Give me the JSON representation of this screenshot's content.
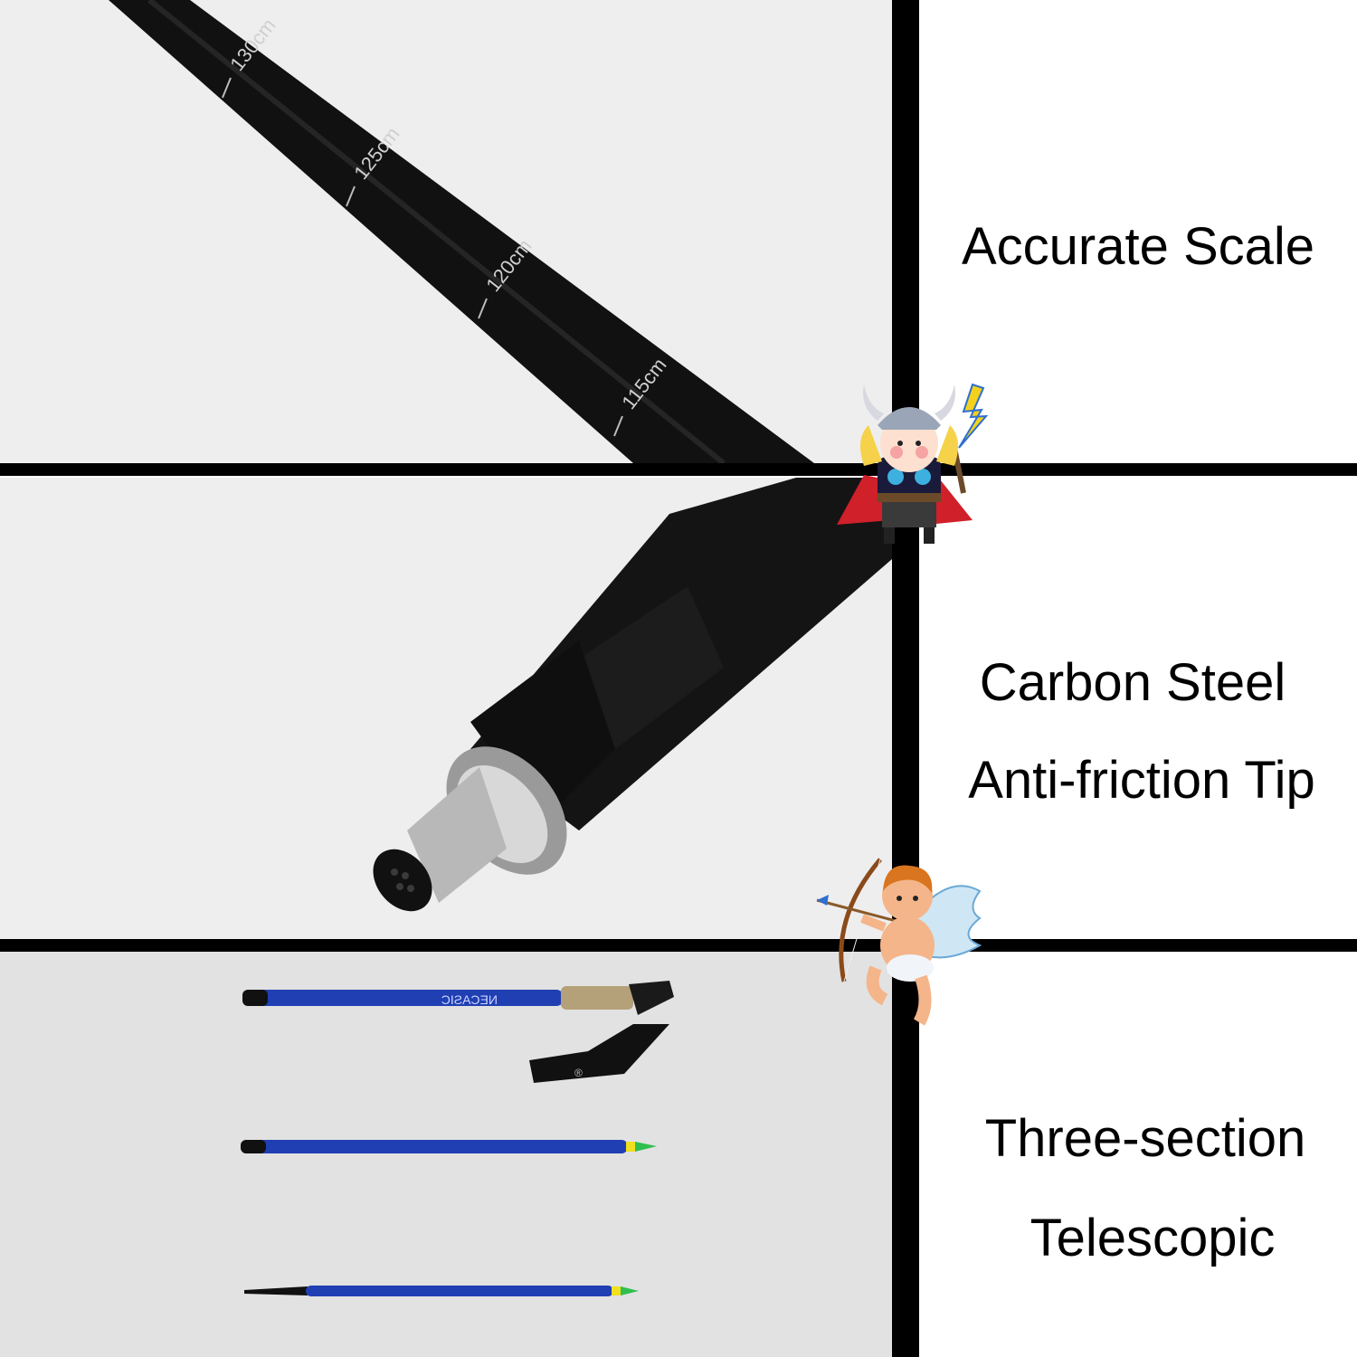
{
  "features": {
    "scale": {
      "title": "Accurate Scale"
    },
    "tip": {
      "line1": "Carbon Steel",
      "line2": "Anti-friction Tip"
    },
    "telescopic": {
      "line1": "Three-section",
      "line2": "Telescopic"
    }
  },
  "scale_marks": [
    "130cm",
    "125cm",
    "120cm",
    "115cm"
  ],
  "brand_print": "NECASIC",
  "strap_mark": "®",
  "colors": {
    "pole_black": "#111111",
    "pole_blue": "#1f3fb3",
    "panel_bg": "#eeeeee",
    "cork": "#b5a179",
    "thor_cape": "#d0202a",
    "cupid_skin": "#f4b58a"
  },
  "icons": [
    "thor-sticker-icon",
    "cupid-sticker-icon",
    "lightning-icon",
    "bow-arrow-icon"
  ]
}
